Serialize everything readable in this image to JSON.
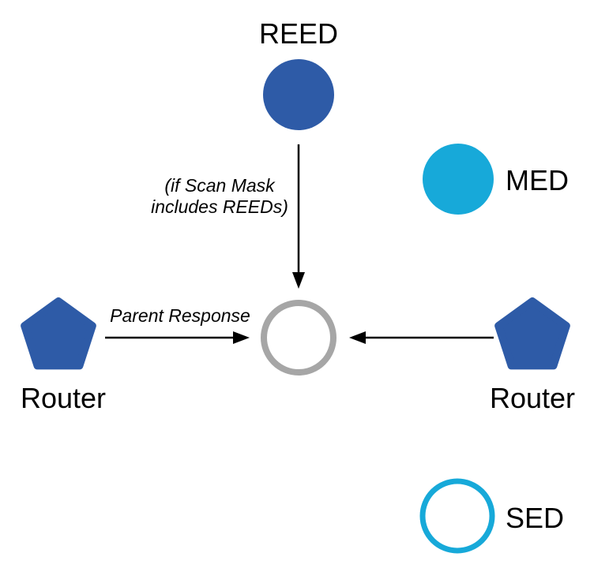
{
  "diagram": {
    "colors": {
      "node_blue": "#2e5ba7",
      "node_cyan": "#17a9d9",
      "parent_gray": "#a6a6a6",
      "arrow_black": "#000000",
      "white": "#ffffff"
    },
    "nodes": {
      "reed": {
        "label": "REED",
        "shape": "filled-circle-blue"
      },
      "med": {
        "label": "MED",
        "shape": "filled-circle-cyan"
      },
      "router_left": {
        "label": "Router",
        "shape": "pentagon-blue"
      },
      "router_right": {
        "label": "Router",
        "shape": "pentagon-blue"
      },
      "sed": {
        "label": "SED",
        "shape": "outlined-circle-cyan"
      },
      "joiner": {
        "label": "",
        "shape": "outlined-circle-gray"
      }
    },
    "annotations": {
      "scan_mask_line1": "(if Scan Mask",
      "scan_mask_line2": "includes REEDs)",
      "parent_response": "Parent Response"
    }
  }
}
